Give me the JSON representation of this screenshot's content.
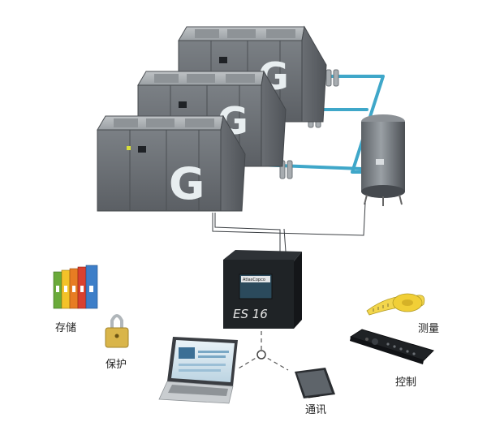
{
  "labels": {
    "storage": "存储",
    "protect": "保护",
    "measure": "测量",
    "control": "控制",
    "communication": "通讯"
  },
  "controller": {
    "model": "ES 16",
    "brand": "AtlasCopco"
  },
  "compressors": [
    {
      "logo": "G"
    },
    {
      "logo": "G"
    },
    {
      "logo": "G"
    }
  ],
  "colors": {
    "pipe": "#3fa7c9",
    "cabinet": "#6d7176",
    "cabinet_dark": "#4a4e53",
    "logo_fill": "#e8eef0",
    "binder_colors": [
      "#6aaa3a",
      "#f3c229",
      "#e77c23",
      "#d9412f",
      "#3d7ec8"
    ]
  }
}
